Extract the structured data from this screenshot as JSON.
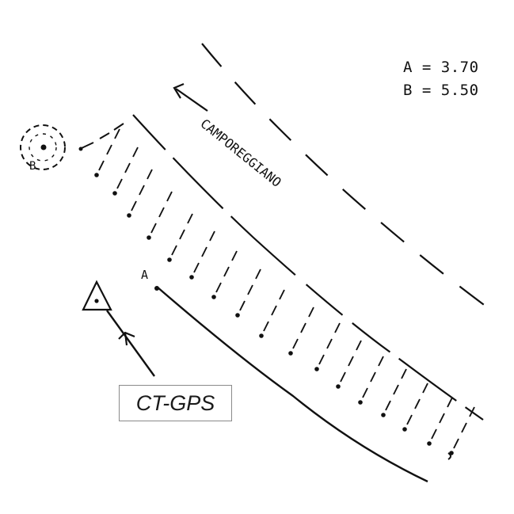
{
  "legend": {
    "a_line": "A = 3.70",
    "b_line": "B = 5.50"
  },
  "road": {
    "name": "CAMPOREGGIANO"
  },
  "points": {
    "a_label": "A",
    "b_label": "B"
  },
  "station": {
    "label": "CT-GPS"
  },
  "colors": {
    "ink": "#111111",
    "box_border": "#8a8a8a",
    "background": "#ffffff"
  }
}
